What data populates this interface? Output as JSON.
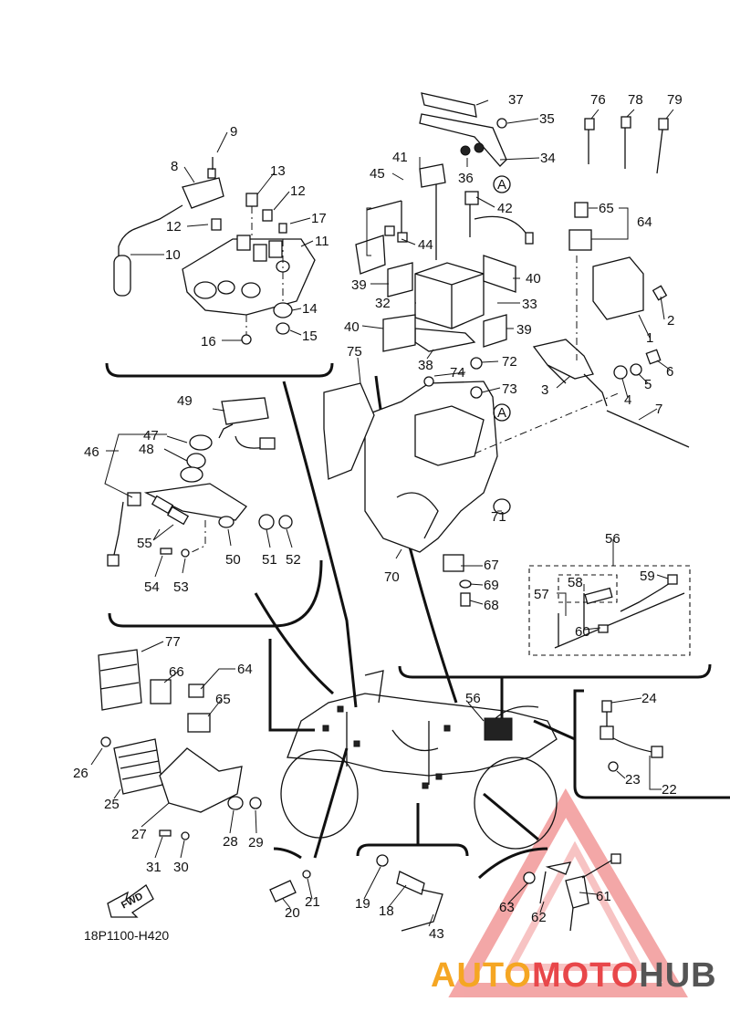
{
  "diagram_code": "18P1100-H420",
  "fwd_label": "FWD",
  "callout_a": "A",
  "watermark": {
    "part1": "AUTO",
    "part2": "MOTO",
    "part3": "HUB",
    "color1": "#f5a623",
    "color2": "#e8474a",
    "color3": "#555555"
  },
  "callouts": [
    "1",
    "2",
    "3",
    "4",
    "5",
    "6",
    "7",
    "8",
    "9",
    "10",
    "11",
    "12",
    "12b",
    "13",
    "14",
    "15",
    "16",
    "17",
    "18",
    "19",
    "20",
    "21",
    "22",
    "23",
    "24",
    "25",
    "26",
    "27",
    "28",
    "29",
    "30",
    "31",
    "32",
    "33",
    "34",
    "35",
    "36",
    "37",
    "38",
    "39",
    "39b",
    "40",
    "40b",
    "41",
    "42",
    "43",
    "44",
    "45",
    "46",
    "47",
    "48",
    "49",
    "50",
    "51",
    "52",
    "53",
    "54",
    "55",
    "56",
    "56b",
    "57",
    "58",
    "59",
    "60",
    "61",
    "62",
    "63",
    "64",
    "64b",
    "65",
    "65b",
    "66",
    "67",
    "68",
    "69",
    "70",
    "71",
    "72",
    "73",
    "74",
    "75",
    "76",
    "77",
    "78",
    "79"
  ],
  "labels": {
    "c1": "1",
    "c2": "2",
    "c3": "3",
    "c4": "4",
    "c5": "5",
    "c6": "6",
    "c7": "7",
    "c8": "8",
    "c9": "9",
    "c10": "10",
    "c11": "11",
    "c12": "12",
    "c12b": "12",
    "c13": "13",
    "c14": "14",
    "c15": "15",
    "c16": "16",
    "c17": "17",
    "c18": "18",
    "c19": "19",
    "c20": "20",
    "c21": "21",
    "c22": "22",
    "c23": "23",
    "c24": "24",
    "c25": "25",
    "c26": "26",
    "c27": "27",
    "c28": "28",
    "c29": "29",
    "c30": "30",
    "c31": "31",
    "c32": "32",
    "c33": "33",
    "c34": "34",
    "c35": "35",
    "c36": "36",
    "c37": "37",
    "c38": "38",
    "c39": "39",
    "c39b": "39",
    "c40": "40",
    "c40b": "40",
    "c41": "41",
    "c42": "42",
    "c43": "43",
    "c44": "44",
    "c45": "45",
    "c46": "46",
    "c47": "47",
    "c48": "48",
    "c49": "49",
    "c50": "50",
    "c51": "51",
    "c52": "52",
    "c53": "53",
    "c54": "54",
    "c55": "55",
    "c56": "56",
    "c56b": "56",
    "c57": "57",
    "c58": "58",
    "c59": "59",
    "c60": "60",
    "c61": "61",
    "c62": "62",
    "c63": "63",
    "c64": "64",
    "c64b": "64",
    "c65": "65",
    "c65b": "65",
    "c66": "66",
    "c67": "67",
    "c68": "68",
    "c69": "69",
    "c70": "70",
    "c71": "71",
    "c72": "72",
    "c73": "73",
    "c74": "74",
    "c75": "75",
    "c76": "76",
    "c77": "77",
    "c78": "78",
    "c79": "79"
  }
}
